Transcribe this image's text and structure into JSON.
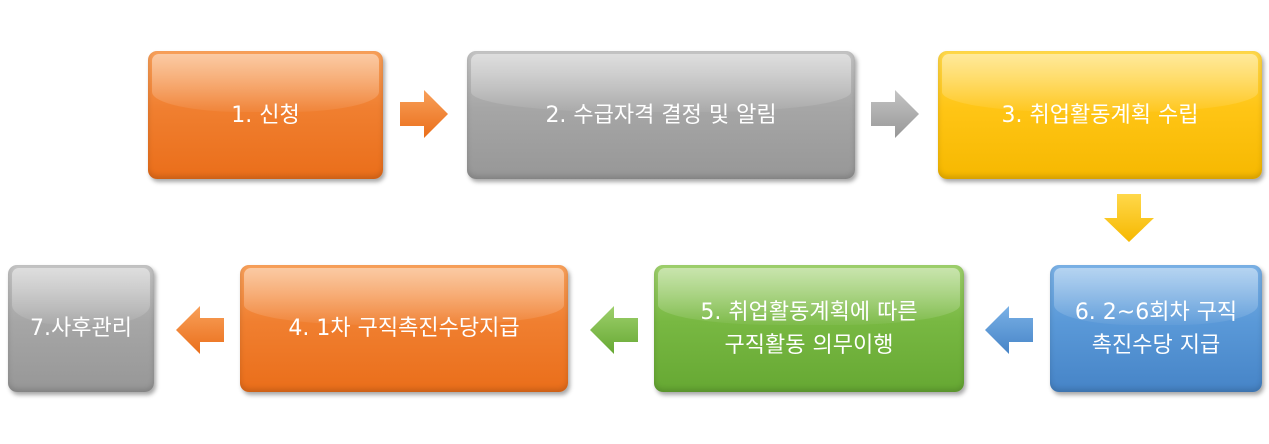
{
  "steps": [
    {
      "label": "1. 신청"
    },
    {
      "label": "2. 수급자격 결정 및 알림"
    },
    {
      "label": "3. 취업활동계획 수립"
    },
    {
      "label_line1": "6. 2~6회차 구직",
      "label_line2": "촉진수당 지급"
    },
    {
      "label_line1": "5. 취업활동계획에 따른",
      "label_line2": "구직활동 의무이행"
    },
    {
      "label": "4. 1차 구직촉진수당지급"
    },
    {
      "label": "7.사후관리"
    }
  ],
  "colors": {
    "orange": "#f07f30",
    "gray": "#a6a6a6",
    "yellow": "#ffc515",
    "green": "#78b842",
    "blue": "#5a99d8"
  }
}
